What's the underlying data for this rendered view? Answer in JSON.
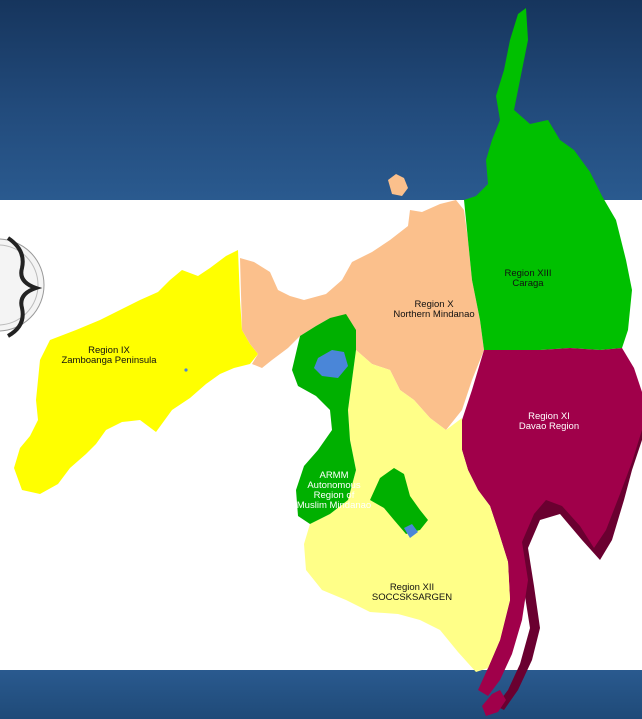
{
  "regions": [
    {
      "id": "ix",
      "lines": [
        "Region IX",
        "Zamboanga Peninsula"
      ],
      "color": "#ffff00"
    },
    {
      "id": "x",
      "lines": [
        "Region X",
        "Northern Mindanao"
      ],
      "color": "#fbc08c"
    },
    {
      "id": "xiii",
      "lines": [
        "Region XIII",
        "Caraga"
      ],
      "color": "#00c000"
    },
    {
      "id": "xi",
      "lines": [
        "Region XI",
        "Davao Region"
      ],
      "color": "#a0004a"
    },
    {
      "id": "armm",
      "lines": [
        "ARMM",
        "Autonomous",
        "Region of",
        "Muslim Mindanao"
      ],
      "color": "#00b000"
    },
    {
      "id": "xii",
      "lines": [
        "Region XII",
        "SOCCSKSARGEN"
      ],
      "color": "#ffff88"
    }
  ],
  "colors": {
    "band": "#1f4a78",
    "background": "#ffffff",
    "lake": "#4a86d8",
    "shadow": "#6a0030"
  }
}
